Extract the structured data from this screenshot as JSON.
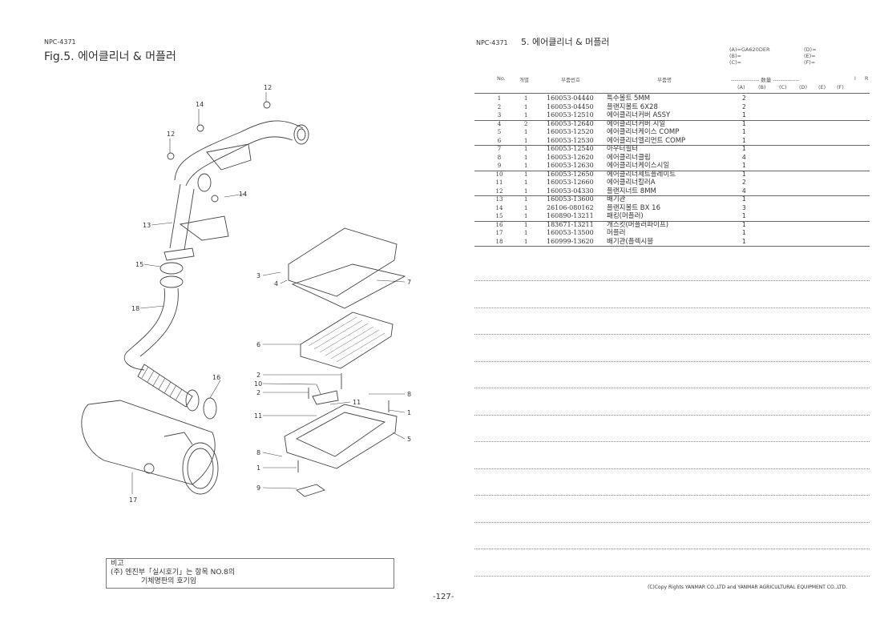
{
  "left": {
    "code": "NPC-4371",
    "title": "Fig.5.  에어클리너 & 머플러",
    "callouts": [
      "12",
      "14",
      "12",
      "14",
      "13",
      "15",
      "3",
      "4",
      "7",
      "18",
      "6",
      "16",
      "2",
      "10",
      "2",
      "11",
      "8",
      "11",
      "1",
      "5",
      "8",
      "1",
      "9",
      "17"
    ],
    "note": {
      "heading": "비고",
      "line1": "(주)  엔진부「실시호기」는 항목 NO.8의",
      "line2": "기체명판의 호기임"
    }
  },
  "page_number": "-127-",
  "right": {
    "code": "NPC-4371",
    "title": "5.  에어클리너 & 머플러",
    "models": {
      "a": "(A)=GA620DER",
      "b": "(B)=",
      "c": "(C)=",
      "d": "(D)=",
      "e": "(E)=",
      "f": "(F)="
    },
    "headers": {
      "no": "No.",
      "qty_ref": "개별",
      "part_no": "부품번호",
      "part_name": "부품명",
      "quantity": "--------------- 数量 --------------",
      "i": "I",
      "r": "R",
      "cols": [
        "(A)",
        "(B)",
        "(C)",
        "(D)",
        "(E)",
        "(F)"
      ]
    },
    "rows": [
      {
        "no": "1",
        "q": "1",
        "pn": "160053-04440",
        "name": "특수볼트 5MM",
        "a": "2"
      },
      {
        "no": "2",
        "q": "1",
        "pn": "160053-04450",
        "name": "플랜지볼트 6X28",
        "a": "2"
      },
      {
        "no": "3",
        "q": "1",
        "pn": "160053-12510",
        "name": "에어클리너커버 ASSY",
        "a": "1"
      },
      {
        "no": "4",
        "q": "2",
        "pn": "160053-12640",
        "name": "에어클리너커버 시일",
        "a": "1"
      },
      {
        "no": "5",
        "q": "1",
        "pn": "160053-12520",
        "name": "에어클리너케이스 COMP",
        "a": "1"
      },
      {
        "no": "6",
        "q": "1",
        "pn": "160053-12530",
        "name": "에어클리너엘리먼트 COMP",
        "a": "1"
      },
      {
        "no": "7",
        "q": "1",
        "pn": "160053-12540",
        "name": "아우터필터",
        "a": "1"
      },
      {
        "no": "8",
        "q": "1",
        "pn": "160053-12620",
        "name": "에어클리너클립",
        "a": "4"
      },
      {
        "no": "9",
        "q": "1",
        "pn": "160053-12630",
        "name": "에어클리너케이스시일",
        "a": "1"
      },
      {
        "no": "10",
        "q": "1",
        "pn": "160053-12650",
        "name": "에어클리너세트플레이트",
        "a": "1"
      },
      {
        "no": "11",
        "q": "1",
        "pn": "160053-12660",
        "name": "에어클리너칼러A",
        "a": "2"
      },
      {
        "no": "12",
        "q": "1",
        "pn": "160053-04330",
        "name": "플랜지너트 8MM",
        "a": "4"
      },
      {
        "no": "13",
        "q": "1",
        "pn": "160053-13600",
        "name": "배기관",
        "a": "1"
      },
      {
        "no": "14",
        "q": "1",
        "pn": "26106-080162",
        "name": "플랜지볼트 BX 16",
        "a": "3"
      },
      {
        "no": "15",
        "q": "1",
        "pn": "160890-13211",
        "name": "패킹(머플러)",
        "a": "1"
      },
      {
        "no": "16",
        "q": "1",
        "pn": "183671-13211",
        "name": "개스킷(머플러파이프)",
        "a": "1"
      },
      {
        "no": "17",
        "q": "1",
        "pn": "160053-13500",
        "name": "머플러",
        "a": "1"
      },
      {
        "no": "18",
        "q": "1",
        "pn": "160999-13620",
        "name": "배기관(플렉시블",
        "a": "1"
      }
    ],
    "copyright": "(C)Copy Rights  YANMAR CO.,LTD and YANMAR AGRICULTURAL EQUIPMENT CO.,LTD."
  }
}
